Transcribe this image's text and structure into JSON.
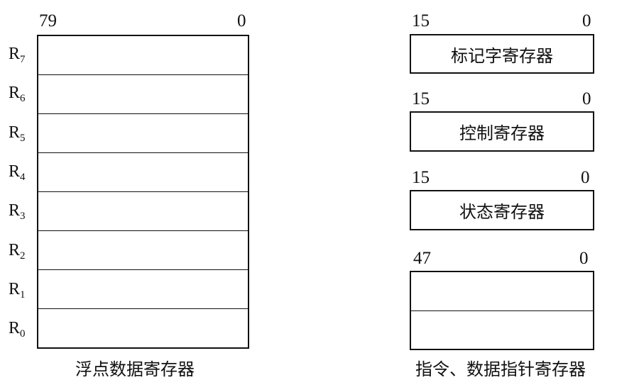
{
  "floating_point_registers": {
    "high_bit": "79",
    "low_bit": "0",
    "rows": [
      {
        "name": "R",
        "index": "7"
      },
      {
        "name": "R",
        "index": "6"
      },
      {
        "name": "R",
        "index": "5"
      },
      {
        "name": "R",
        "index": "4"
      },
      {
        "name": "R",
        "index": "3"
      },
      {
        "name": "R",
        "index": "2"
      },
      {
        "name": "R",
        "index": "1"
      },
      {
        "name": "R",
        "index": "0"
      }
    ],
    "caption": "浮点数据寄存器"
  },
  "tag_register": {
    "high_bit": "15",
    "low_bit": "0",
    "label": "标记字寄存器"
  },
  "control_register": {
    "high_bit": "15",
    "low_bit": "0",
    "label": "控制寄存器"
  },
  "status_register": {
    "high_bit": "15",
    "low_bit": "0",
    "label": "状态寄存器"
  },
  "pointer_registers": {
    "high_bit": "47",
    "low_bit": "0",
    "caption": "指令、数据指针寄存器"
  }
}
